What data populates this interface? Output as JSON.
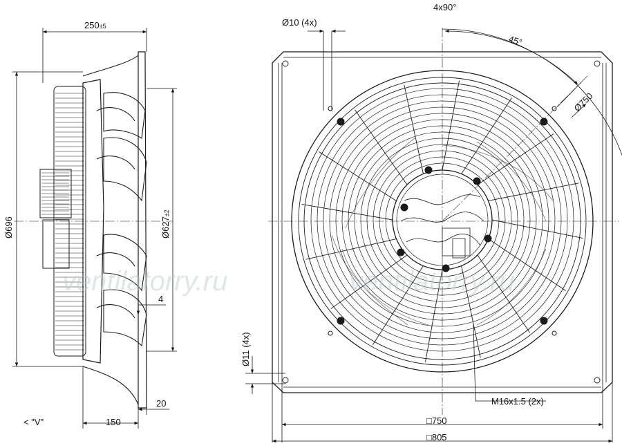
{
  "dimensions": {
    "depth": "250",
    "depth_tol": "±5",
    "height": "Ø696",
    "blade_dia": "Ø627",
    "blade_tol": "±2",
    "offset_4": "4",
    "offset_20": "20",
    "offset_150": "150",
    "view_v": "< \"V\"",
    "hole10": "Ø10 (4x)",
    "angle_4x90": "4x90°",
    "angle_45": "45°",
    "pcd750": "Ø750",
    "hole11": "Ø11 (4x)",
    "thread": "M16x1.5 (2x)",
    "sq750": "□750",
    "sq805": "□805"
  },
  "watermark": {
    "left": "ventilatorry.ru",
    "right": "ventilatorry.ru"
  },
  "colors": {
    "line": "#1a1a1a",
    "watermark": "#bfc6cc"
  }
}
